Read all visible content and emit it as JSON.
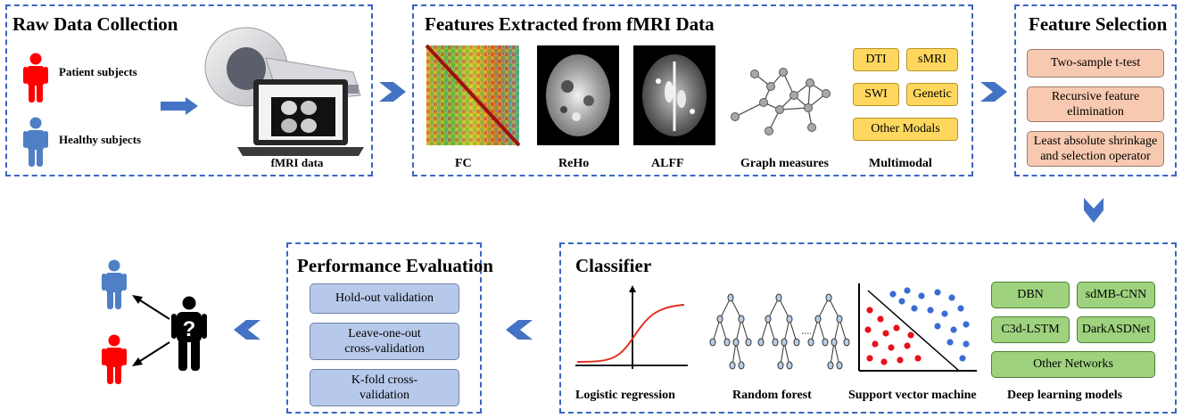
{
  "panels": {
    "raw": {
      "title": "Raw Data Collection",
      "patient_label": "Patient subjects",
      "healthy_label": "Healthy subjects",
      "fmri_label": "fMRI data"
    },
    "features": {
      "title": "Features Extracted from fMRI Data",
      "labels": [
        "FC",
        "ReHo",
        "ALFF",
        "Graph measures",
        "Multimodal"
      ],
      "multimodal": [
        "DTI",
        "sMRI",
        "SWI",
        "Genetic",
        "Other Modals"
      ]
    },
    "selection": {
      "title": "Feature Selection",
      "items": [
        "Two-sample t-test",
        "Recursive feature elimination",
        "Least absolute shrinkage and selection operator"
      ]
    },
    "classifier": {
      "title": "Classifier",
      "labels": [
        "Logistic regression",
        "Random forest",
        "Support vector machine",
        "Deep learning models"
      ],
      "dl_models": [
        "DBN",
        "sdMB-CNN",
        "C3d-LSTM",
        "DarkASDNet",
        "Other Networks"
      ]
    },
    "evaluation": {
      "title": "Performance Evaluation",
      "items": [
        "Hold-out validation",
        "Leave-one-out cross-validation",
        "K-fold cross-validation"
      ]
    }
  },
  "colors": {
    "border": "#3a66c4",
    "arrow": "#4472c4",
    "patient": "#ff0000",
    "healthy": "#4f7fc4",
    "sigmoid": "#e03020"
  },
  "icons": [
    "person-icon",
    "mri-scanner-icon",
    "laptop-icon",
    "brain-slice-icon",
    "network-graph-icon",
    "sigmoid-curve-icon",
    "decision-tree-icon",
    "svm-scatter-icon",
    "question-person-icon"
  ]
}
